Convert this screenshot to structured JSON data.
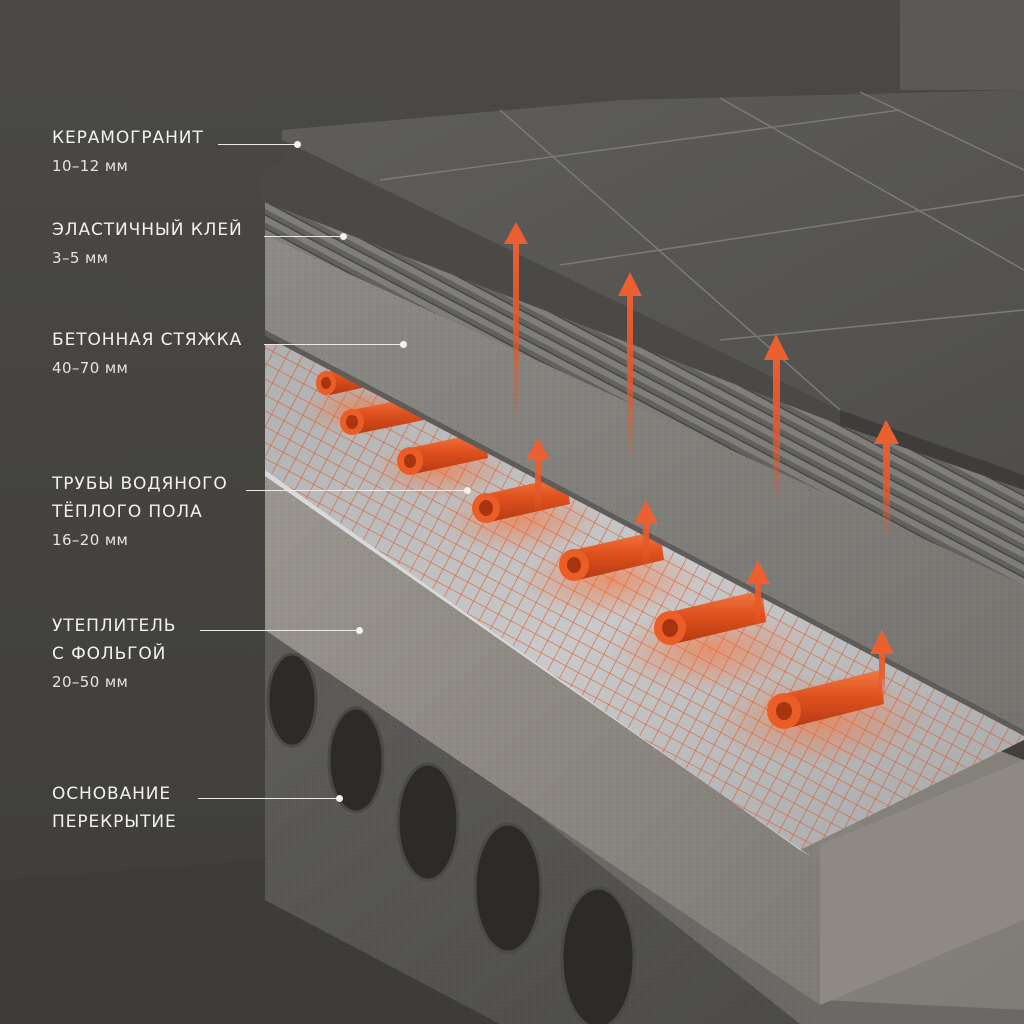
{
  "diagram": {
    "layers": [
      {
        "id": "porcelain",
        "name": "КЕРАМОГРАНИТ",
        "size": "10–12 мм"
      },
      {
        "id": "adhesive",
        "name": "ЭЛАСТИЧНЫЙ КЛЕЙ",
        "size": "3–5 мм"
      },
      {
        "id": "screed",
        "name": "БЕТОННАЯ СТЯЖКА",
        "size": "40–70 мм"
      },
      {
        "id": "pipes",
        "name_line1": "ТРУБЫ ВОДЯНОГО",
        "name_line2": "ТЁПЛОГО ПОЛА",
        "size": "16–20 мм"
      },
      {
        "id": "insulation",
        "name_line1": "УТЕПЛИТЕЛЬ",
        "name_line2": "С ФОЛЬГОЙ",
        "size": "20–50 мм"
      },
      {
        "id": "base",
        "name_line1": "ОСНОВАНИЕ",
        "name_line2": "ПЕРЕКРЫТИЕ"
      }
    ],
    "colors": {
      "pipe": "#e0521f",
      "heat_arrow": "#e8562a",
      "tile": "#575654",
      "screed": "#8a8885",
      "insulation": "#8f8b84",
      "slab": "#595856",
      "label_text": "#f2f1ee"
    }
  }
}
